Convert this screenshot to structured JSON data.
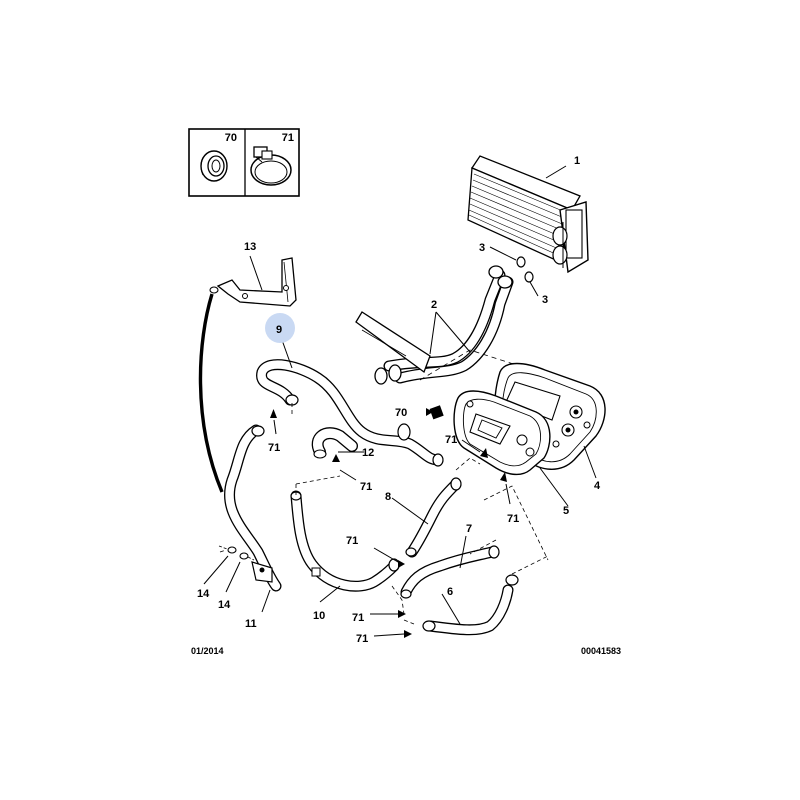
{
  "diagram": {
    "date_code": "01/2014",
    "ref_code": "00041583",
    "highlight_color": "#c9d9f3",
    "inset": {
      "left_label": "70",
      "right_label": "71"
    },
    "labels": {
      "p1": "1",
      "p2": "2",
      "p3a": "3",
      "p3b": "3",
      "p4": "4",
      "p5": "5",
      "p6": "6",
      "p7": "7",
      "p8": "8",
      "p9": "9",
      "p10": "10",
      "p11": "11",
      "p12": "12",
      "p13": "13",
      "p14a": "14",
      "p14b": "14",
      "p70": "70",
      "p71a": "71",
      "p71b": "71",
      "p71c": "71",
      "p71d": "71",
      "p71e": "71",
      "p71f": "71",
      "p71g": "71"
    }
  }
}
